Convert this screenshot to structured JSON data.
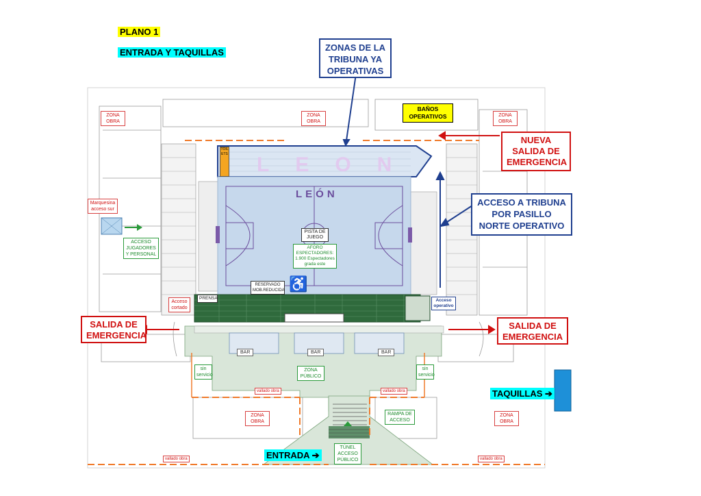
{
  "header": {
    "plan_label": "PLANO 1",
    "subtitle": "ENTRADA Y TAQUILLAS"
  },
  "callouts": {
    "zones_operativas": "ZONAS DE LA TRIBUNA YA OPERATIVAS",
    "banos": "BAÑOS OPERATIVOS",
    "nueva_salida": "NUEVA SALIDA DE EMERGENCIA",
    "acceso_tribuna": "ACCESO A TRIBUNA POR PASILLO NORTE OPERATIVO",
    "salida_left": "SALIDA DE EMERGENCIA",
    "salida_right": "SALIDA DE EMERGENCIA",
    "taquillas": "TAQUILLAS ➔",
    "entrada": "ENTRADA ➔"
  },
  "court": {
    "brand": "LEÓN",
    "tribune_brand": "LEON",
    "pista": "PISTA DE JUEGO",
    "aforo": "AFORO ESPECTADORES: 1.900 Espectadores grada este",
    "reservado": "RESERVADO MOB.REDUCIDA",
    "wheelchair": "♿",
    "toilets": "TOILETS",
    "prensa": "PRENSA"
  },
  "labels": {
    "zona_obra": "ZONA OBRA",
    "marquesina": "Marquesina acceso sur",
    "acceso_jugadores": "ACCESO JUGADORES Y PERSONAL",
    "acceso_cortado": "Acceso cortado",
    "acceso_operativo": "Acceso operativo",
    "bar": "BAR",
    "zona_publico": "ZONA PÚBLICO",
    "sin_servicio": "sin servicio",
    "vallado_obra": "vallado obra",
    "rampa": "RAMPA DE ACCESO",
    "tunel": "TÚNEL ACCESO PÚBLICO"
  },
  "colors": {
    "court_fill": "#c6d8ec",
    "tribune_fill": "#dbe6f3",
    "stand_green": "#2f6a3c",
    "public_zone": "#d9e6d9",
    "callout_blue": "#1f3f8f",
    "callout_red": "#d01010",
    "toilets": "#f4a521",
    "taquilla": "#1e90d8"
  }
}
